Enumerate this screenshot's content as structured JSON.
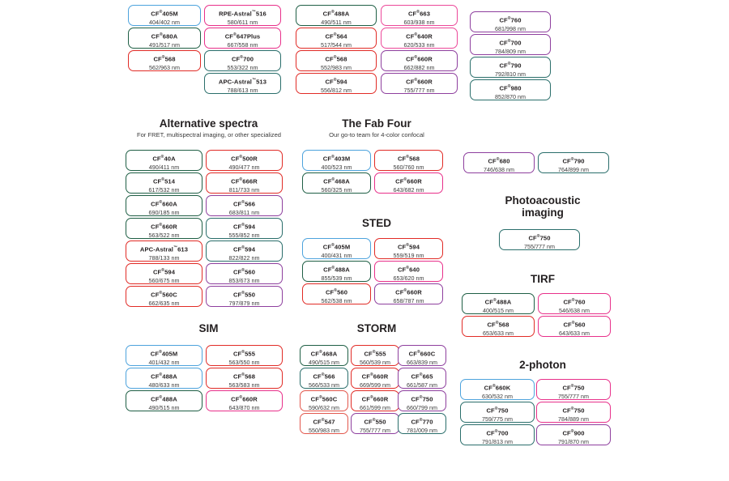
{
  "page": {
    "title": "Fluorescent dye recommendation chart",
    "background": "#ffffff"
  },
  "palette": {
    "blue": "#4da3dd",
    "green": "#2f6b4f",
    "red": "#e12b26",
    "pink": "#e8308a",
    "magenta": "#ec4899",
    "purple": "#8e3f9e",
    "teal": "#2a6e6b",
    "darkgreen": "#1f5f45",
    "salmon": "#e2574c"
  },
  "sections": [
    {
      "id": "top-grid",
      "title": "",
      "subtitle": "",
      "columns": [
        {
          "id": "top-col-1",
          "chips": [
            {
              "name": "CF",
              "sup": "®",
              "code": "405M",
              "value": "404/402 nm",
              "color": "blue"
            },
            {
              "name": "CF",
              "sup": "®",
              "code": "680A",
              "value": "491/517 nm",
              "color": "darkgreen"
            },
            {
              "name": "CF",
              "sup": "®",
              "code": "568",
              "value": "562/963 nm",
              "color": "red"
            }
          ]
        },
        {
          "id": "top-col-2",
          "chips": [
            {
              "name": "RPE-Astral",
              "sup": "™",
              "code": "516",
              "value": "580/611 nm",
              "color": "pink"
            },
            {
              "name": "CF",
              "sup": "®",
              "code": "647Plus",
              "value": "667/558 nm",
              "color": "pink"
            },
            {
              "name": "CF",
              "sup": "®",
              "code": "700",
              "value": "553/322 nm",
              "color": "teal"
            },
            {
              "name": "APC-Astral",
              "sup": "™",
              "code": "513",
              "value": "788/613 nm",
              "color": "teal"
            }
          ]
        },
        {
          "id": "top-col-3",
          "chips": [
            {
              "name": "CF",
              "sup": "®",
              "code": "488A",
              "value": "490/511 nm",
              "color": "darkgreen"
            },
            {
              "name": "CF",
              "sup": "®",
              "code": "564",
              "value": "517/544 nm",
              "color": "red"
            },
            {
              "name": "CF",
              "sup": "®",
              "code": "568",
              "value": "552/983 nm",
              "color": "red"
            },
            {
              "name": "CF",
              "sup": "®",
              "code": "594",
              "value": "556/812 nm",
              "color": "red"
            }
          ]
        },
        {
          "id": "top-col-4",
          "chips": [
            {
              "name": "CF",
              "sup": "®",
              "code": "663",
              "value": "603/938 nm",
              "color": "magenta"
            },
            {
              "name": "CF",
              "sup": "®",
              "code": "640R",
              "value": "620/533 nm",
              "color": "magenta"
            },
            {
              "name": "CF",
              "sup": "®",
              "code": "660R",
              "value": "662/882 nm",
              "color": "purple"
            },
            {
              "name": "CF",
              "sup": "®",
              "code": "660R",
              "value": "755/777 nm",
              "color": "purple"
            }
          ]
        },
        {
          "id": "top-col-5",
          "chips": [
            {
              "name": "CF",
              "sup": "®",
              "code": "760",
              "value": "681/998 nm",
              "color": "purple"
            },
            {
              "name": "CF",
              "sup": "®",
              "code": "700",
              "value": "784/809 nm",
              "color": "purple"
            },
            {
              "name": "CF",
              "sup": "®",
              "code": "790",
              "value": "792/810 nm",
              "color": "teal"
            },
            {
              "name": "CF",
              "sup": "®",
              "code": "980",
              "value": "852/870 nm",
              "color": "teal"
            }
          ]
        }
      ]
    },
    {
      "id": "alternative-spectra",
      "title": "Alternative spectra",
      "subtitle": "For FRET, multispectral imaging, or other specialized",
      "columns": [
        {
          "id": "alt-col-1",
          "chips": [
            {
              "name": "CF",
              "sup": "®",
              "code": "40A",
              "value": "490/411 nm",
              "color": "darkgreen"
            },
            {
              "name": "CF",
              "sup": "®",
              "code": "514",
              "value": "617/532 nm",
              "color": "darkgreen"
            },
            {
              "name": "CF",
              "sup": "®",
              "code": "660A",
              "value": "690/185 nm",
              "color": "darkgreen"
            },
            {
              "name": "CF",
              "sup": "®",
              "code": "660R",
              "value": "563/522 nm",
              "color": "darkgreen"
            },
            {
              "name": "APC-Astral",
              "sup": "™",
              "code": "613",
              "value": "788/133 nm",
              "color": "red"
            },
            {
              "name": "CF",
              "sup": "®",
              "code": "594",
              "value": "560/675 nm",
              "color": "red"
            },
            {
              "name": "CF",
              "sup": "®",
              "code": "560C",
              "value": "662/635 nm",
              "color": "red"
            }
          ]
        },
        {
          "id": "alt-col-2",
          "chips": [
            {
              "name": "CF",
              "sup": "®",
              "code": "500R",
              "value": "490/477 nm",
              "color": "red"
            },
            {
              "name": "CF",
              "sup": "®",
              "code": "666R",
              "value": "811/733 nm",
              "color": "red"
            },
            {
              "name": "CF",
              "sup": "®",
              "code": "566",
              "value": "683/811 nm",
              "color": "purple"
            },
            {
              "name": "CF",
              "sup": "®",
              "code": "594",
              "value": "555/852 nm",
              "color": "teal"
            },
            {
              "name": "CF",
              "sup": "®",
              "code": "594",
              "value": "822/822 nm",
              "color": "teal"
            },
            {
              "name": "CF",
              "sup": "®",
              "code": "560",
              "value": "853/673 nm",
              "color": "purple"
            },
            {
              "name": "CF",
              "sup": "®",
              "code": "550",
              "value": "797/879 nm",
              "color": "purple"
            }
          ]
        }
      ]
    },
    {
      "id": "fab-four",
      "title": "The Fab Four",
      "subtitle": "Our go-to team for 4-color confocal",
      "columns": [
        {
          "id": "fab-col-1",
          "chips": [
            {
              "name": "CF",
              "sup": "®",
              "code": "403M",
              "value": "400/523 nm",
              "color": "blue"
            },
            {
              "name": "CF",
              "sup": "®",
              "code": "468A",
              "value": "560/325 nm",
              "color": "darkgreen"
            }
          ]
        },
        {
          "id": "fab-col-2",
          "chips": [
            {
              "name": "CF",
              "sup": "®",
              "code": "568",
              "value": "560/760 nm",
              "color": "red"
            },
            {
              "name": "CF",
              "sup": "®",
              "code": "660R",
              "value": "643/682 nm",
              "color": "pink"
            }
          ]
        }
      ]
    },
    {
      "id": "sted",
      "title": "STED",
      "subtitle": "",
      "columns": [
        {
          "id": "sted-col-1",
          "chips": [
            {
              "name": "CF",
              "sup": "®",
              "code": "405M",
              "value": "400/431 nm",
              "color": "blue"
            },
            {
              "name": "CF",
              "sup": "®",
              "code": "488A",
              "value": "855/539 nm",
              "color": "darkgreen"
            },
            {
              "name": "CF",
              "sup": "®",
              "code": "560",
              "value": "562/538 nm",
              "color": "red"
            }
          ]
        },
        {
          "id": "sted-col-2",
          "chips": [
            {
              "name": "CF",
              "sup": "®",
              "code": "594",
              "value": "559/519 nm",
              "color": "red"
            },
            {
              "name": "CF",
              "sup": "®",
              "code": "640",
              "value": "653/620 nm",
              "color": "pink"
            },
            {
              "name": "CF",
              "sup": "®",
              "code": "660R",
              "value": "658/787 nm",
              "color": "purple"
            }
          ]
        }
      ]
    },
    {
      "id": "sim",
      "title": "SIM",
      "subtitle": "",
      "columns": [
        {
          "id": "sim-col-1",
          "chips": [
            {
              "name": "CF",
              "sup": "®",
              "code": "405M",
              "value": "401/432 nm",
              "color": "blue"
            },
            {
              "name": "CF",
              "sup": "®",
              "code": "488A",
              "value": "480/633 nm",
              "color": "blue"
            },
            {
              "name": "CF",
              "sup": "®",
              "code": "488A",
              "value": "490/515 nm",
              "color": "darkgreen"
            }
          ]
        },
        {
          "id": "sim-col-2",
          "chips": [
            {
              "name": "CF",
              "sup": "®",
              "code": "555",
              "value": "563/550 nm",
              "color": "red"
            },
            {
              "name": "CF",
              "sup": "®",
              "code": "568",
              "value": "563/583 nm",
              "color": "red"
            },
            {
              "name": "CF",
              "sup": "®",
              "code": "660R",
              "value": "643/870 nm",
              "color": "pink"
            }
          ]
        }
      ]
    },
    {
      "id": "storm",
      "title": "STORM",
      "subtitle": "",
      "columns": [
        {
          "id": "storm-col-1",
          "chips": [
            {
              "name": "CF",
              "sup": "®",
              "code": "468A",
              "value": "490/515 nm",
              "color": "darkgreen"
            },
            {
              "name": "CF",
              "sup": "®",
              "code": "566",
              "value": "566/533 nm",
              "color": "teal"
            },
            {
              "name": "CF",
              "sup": "®",
              "code": "560C",
              "value": "590/632 nm",
              "color": "salmon"
            },
            {
              "name": "CF",
              "sup": "®",
              "code": "547",
              "value": "550/983 nm",
              "color": "salmon"
            }
          ]
        },
        {
          "id": "storm-col-2",
          "chips": [
            {
              "name": "CF",
              "sup": "®",
              "code": "555",
              "value": "560/539 nm",
              "color": "red"
            },
            {
              "name": "CF",
              "sup": "®",
              "code": "660R",
              "value": "669/599 nm",
              "color": "red"
            },
            {
              "name": "CF",
              "sup": "®",
              "code": "660R",
              "value": "661/599 nm",
              "color": "red"
            },
            {
              "name": "CF",
              "sup": "®",
              "code": "550",
              "value": "755/777 nm",
              "color": "purple"
            }
          ]
        },
        {
          "id": "storm-col-3",
          "chips": [
            {
              "name": "CF",
              "sup": "®",
              "code": "660C",
              "value": "663/839 nm",
              "color": "purple"
            },
            {
              "name": "CF",
              "sup": "®",
              "code": "665",
              "value": "661/587 nm",
              "color": "purple"
            },
            {
              "name": "CF",
              "sup": "®",
              "code": "750",
              "value": "660/799 nm",
              "color": "purple"
            },
            {
              "name": "CF",
              "sup": "®",
              "code": "770",
              "value": "781/009 nm",
              "color": "teal"
            }
          ]
        }
      ]
    },
    {
      "id": "right-top",
      "title": "",
      "subtitle": "",
      "columns": [
        {
          "id": "right-top-col-1",
          "chips": [
            {
              "name": "CF",
              "sup": "®",
              "code": "680",
              "value": "746/638 nm",
              "color": "purple"
            }
          ]
        },
        {
          "id": "right-top-col-2",
          "chips": [
            {
              "name": "CF",
              "sup": "®",
              "code": "790",
              "value": "764/899 nm",
              "color": "teal"
            }
          ]
        }
      ]
    },
    {
      "id": "photoacoustic",
      "title": "Photoacoustic imaging",
      "title_line1": "Photoacoustic",
      "title_line2": "imaging",
      "subtitle": "",
      "columns": [
        {
          "id": "photo-col-1",
          "chips": [
            {
              "name": "CF",
              "sup": "®",
              "code": "750",
              "value": "755/777 nm",
              "color": "teal"
            }
          ]
        }
      ]
    },
    {
      "id": "tirf",
      "title": "TIRF",
      "subtitle": "",
      "columns": [
        {
          "id": "tirf-col-1",
          "chips": [
            {
              "name": "CF",
              "sup": "®",
              "code": "488A",
              "value": "400/515 nm",
              "color": "darkgreen"
            },
            {
              "name": "CF",
              "sup": "®",
              "code": "568",
              "value": "653/633 nm",
              "color": "red"
            }
          ]
        },
        {
          "id": "tirf-col-2",
          "chips": [
            {
              "name": "CF",
              "sup": "®",
              "code": "760",
              "value": "546/638 nm",
              "color": "pink"
            },
            {
              "name": "CF",
              "sup": "®",
              "code": "560",
              "value": "643/633 nm",
              "color": "pink"
            }
          ]
        }
      ]
    },
    {
      "id": "two-photon",
      "title": "2-photon",
      "subtitle": "",
      "columns": [
        {
          "id": "2p-col-1",
          "chips": [
            {
              "name": "CF",
              "sup": "®",
              "code": "660K",
              "value": "630/532 nm",
              "color": "blue"
            },
            {
              "name": "CF",
              "sup": "®",
              "code": "750",
              "value": "759/775 nm",
              "color": "teal"
            },
            {
              "name": "CF",
              "sup": "®",
              "code": "700",
              "value": "791/813 nm",
              "color": "teal"
            }
          ]
        },
        {
          "id": "2p-col-2",
          "chips": [
            {
              "name": "CF",
              "sup": "®",
              "code": "750",
              "value": "755/777 nm",
              "color": "pink"
            },
            {
              "name": "CF",
              "sup": "®",
              "code": "750",
              "value": "784/889 nm",
              "color": "pink"
            },
            {
              "name": "CF",
              "sup": "®",
              "code": "900",
              "value": "791/870 nm",
              "color": "purple"
            }
          ]
        }
      ]
    }
  ]
}
